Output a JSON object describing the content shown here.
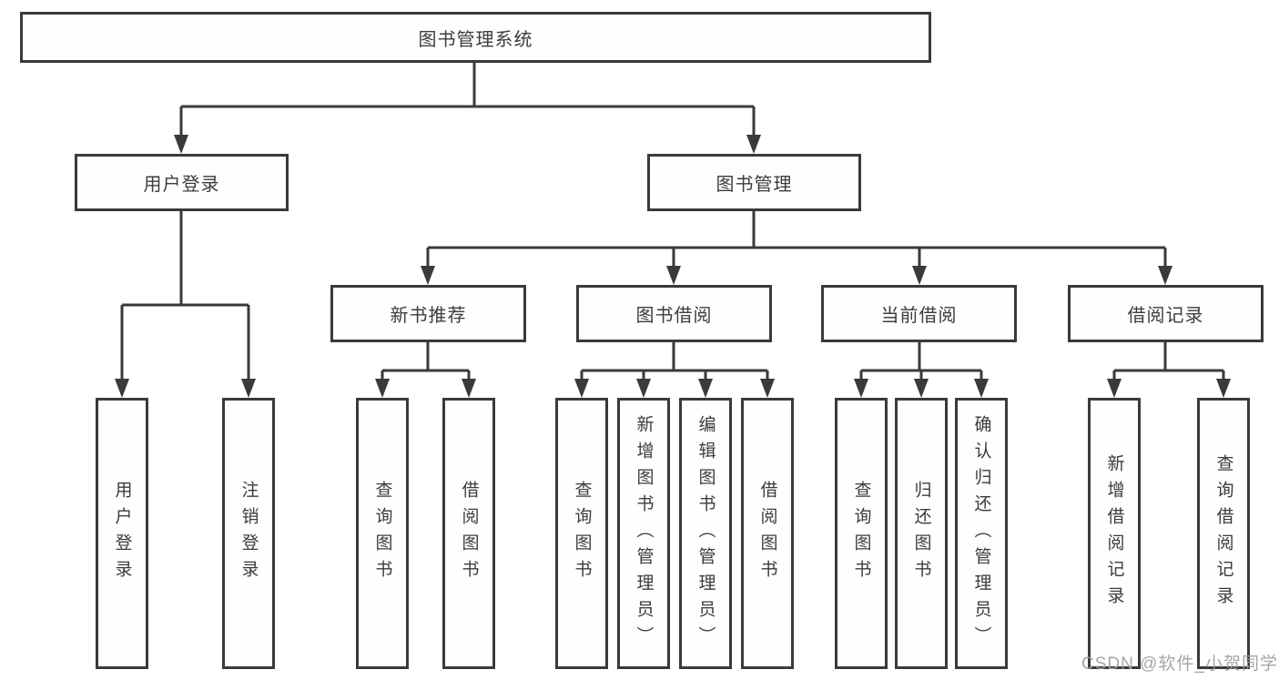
{
  "tree": {
    "root": {
      "label": "图书管理系统"
    },
    "branches": [
      {
        "label": "用户登录",
        "children": [
          "用户登录",
          "注销登录"
        ]
      },
      {
        "label": "图书管理",
        "sub": [
          {
            "label": "新书推荐",
            "children": [
              "查询图书",
              "借阅图书"
            ]
          },
          {
            "label": "图书借阅",
            "children": [
              "查询图书",
              "新增图书（管理员）",
              "编辑图书（管理员）",
              "借阅图书"
            ]
          },
          {
            "label": "当前借阅",
            "children": [
              "查询图书",
              "归还图书",
              "确认归还（管理员）"
            ]
          },
          {
            "label": "借阅记录",
            "children": [
              "新增借阅记录",
              "查询借阅记录"
            ]
          }
        ]
      }
    ]
  },
  "colors": {
    "line": "#3a3a3c",
    "text": "#3c3c3e",
    "watermark": "#9e9e9e"
  },
  "watermark": "CSDN @软件_小贺同学"
}
